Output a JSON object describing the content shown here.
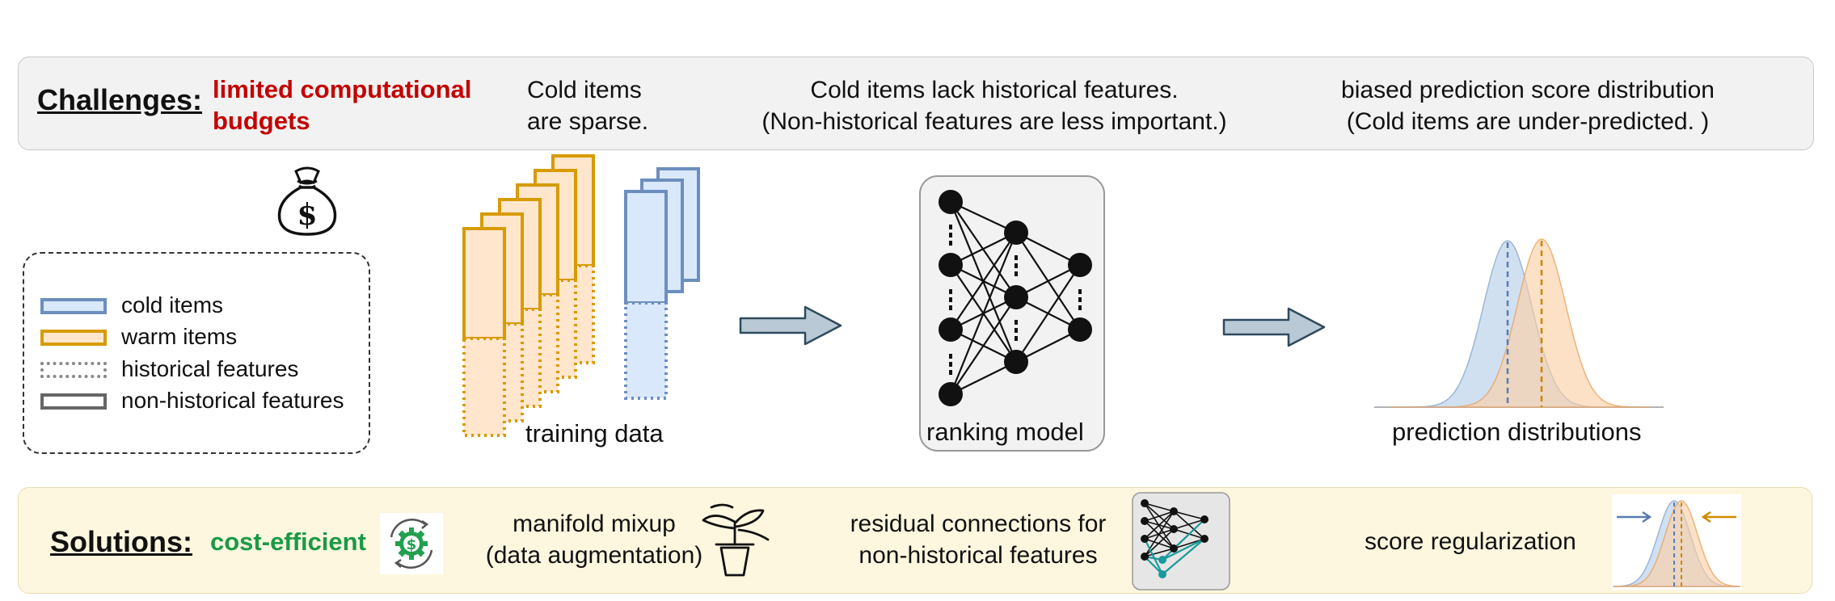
{
  "challenges": {
    "header": "Challenges:",
    "budget_line1": "limited computational",
    "budget_line2": "budgets",
    "sparse_line1": "Cold items",
    "sparse_line2": "are sparse.",
    "features_line1": "Cold items lack historical features.",
    "features_line2": "(Non-historical features are less important.)",
    "bias_line1": "biased prediction score distribution",
    "bias_line2": "(Cold items are under-predicted. )"
  },
  "legend": {
    "items": [
      {
        "label": "cold items",
        "fill": "#dae8fc",
        "stroke": "#6c8ebf",
        "style": "solid"
      },
      {
        "label": "warm items",
        "fill": "#ffe6cc",
        "stroke": "#d79b00",
        "style": "solid"
      },
      {
        "label": "historical features",
        "fill": "#ffffff",
        "stroke": "#888888",
        "style": "dotted"
      },
      {
        "label": "non-historical features",
        "fill": "#ffffff",
        "stroke": "#666666",
        "style": "solid"
      }
    ]
  },
  "middle": {
    "training_label": "training data",
    "model_label": "ranking model",
    "distribution_label": "prediction distributions"
  },
  "solutions": {
    "header": "Solutions:",
    "cost_label": "cost-efficient",
    "mixup_line1": "manifold mixup",
    "mixup_line2": "(data augmentation)",
    "residual_line1": "residual connections for",
    "residual_line2": "non-historical features",
    "score_label": "score regularization"
  },
  "colors": {
    "cold_fill": "#dae8fc",
    "cold_stroke": "#6c8ebf",
    "warm_fill": "#ffe6cc",
    "warm_stroke": "#d79b00",
    "arrow_fill": "#b9c9d6",
    "arrow_stroke": "#2f4a5c",
    "challenge_red": "#c40000",
    "solution_green": "#1a9a46",
    "residual_teal": "#1a9a9a"
  },
  "icons": [
    "money-bag-icon",
    "gear-dollar-icon",
    "plant-pot-icon"
  ]
}
